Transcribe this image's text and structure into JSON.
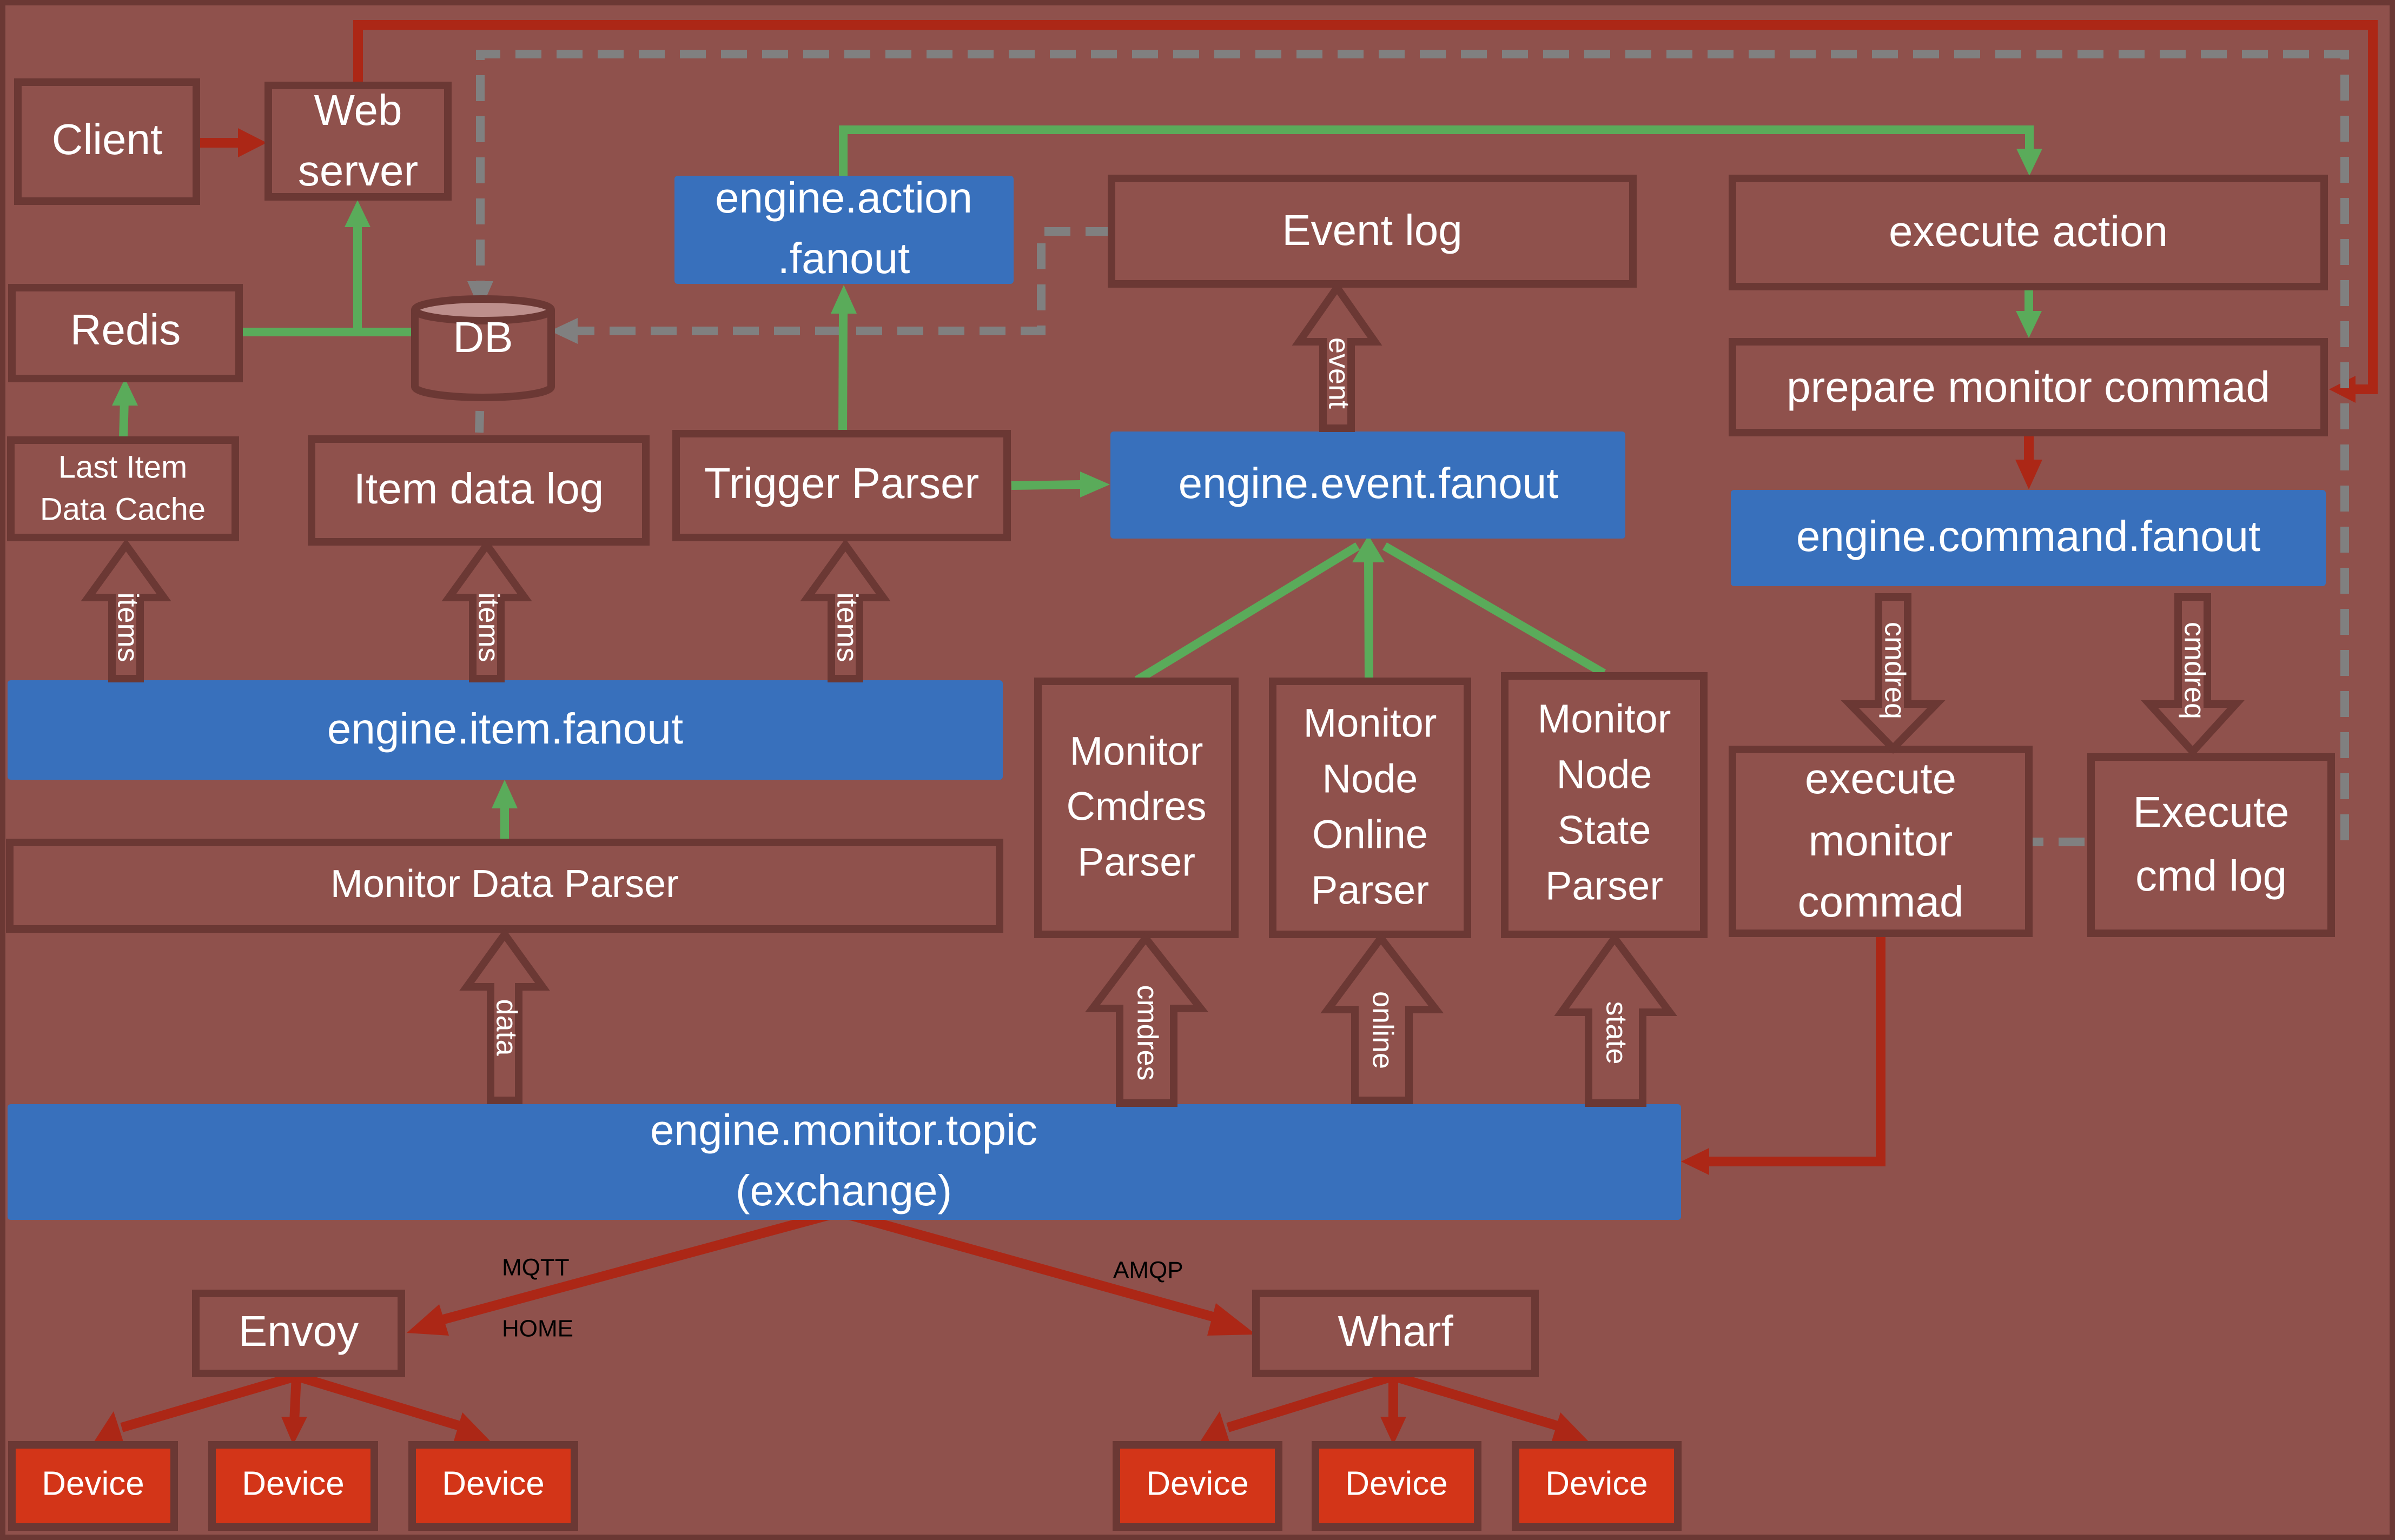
{
  "diagram": {
    "title": "Monitoring engine architecture",
    "colors": {
      "background": "#8f514c",
      "border": "#6b3834",
      "queue": "#3870bc",
      "device": "#d33518",
      "flow_green": "#5aab5a",
      "flow_red": "#ac2716",
      "flow_grey_dashed": "#808080"
    },
    "nodes": {
      "client": "Client",
      "web_server": [
        "Web",
        "server"
      ],
      "redis": "Redis",
      "db": "DB",
      "last_item_cache": [
        "Last Item",
        "Data Cache"
      ],
      "item_data_log": "Item data log",
      "trigger_parser": "Trigger Parser",
      "action_fanout": [
        "engine.action",
        ".fanout"
      ],
      "event_log": "Event log",
      "event_fanout": "engine.event.fanout",
      "execute_action": "execute action",
      "prepare_monitor_command": "prepare monitor commad",
      "command_fanout": "engine.command.fanout",
      "item_fanout": "engine.item.fanout",
      "monitor_data_parser": "Monitor Data Parser",
      "cmdres_parser": [
        "Monitor",
        "Cmdres",
        "Parser"
      ],
      "node_online_parser": [
        "Monitor",
        "Node",
        "Online",
        "Parser"
      ],
      "node_state_parser": [
        "Monitor",
        "Node",
        "State",
        "Parser"
      ],
      "execute_monitor_command": [
        "execute",
        "monitor",
        "commad"
      ],
      "execute_cmd_log": [
        "Execute",
        "cmd log"
      ],
      "monitor_topic": [
        "engine.monitor.topic",
        "(exchange)"
      ],
      "envoy": "Envoy",
      "wharf": "Wharf",
      "devices_envoy": [
        "Device",
        "Device",
        "Device"
      ],
      "devices_wharf": [
        "Device",
        "Device",
        "Device"
      ]
    },
    "flow_labels": {
      "items_1": "items",
      "items_2": "items",
      "items_3": "items",
      "event": "event",
      "data": "data",
      "cmdres": "cmdres",
      "online": "online",
      "state": "state",
      "cmdreq_1": "cmdreq",
      "cmdreq_2": "cmdreq",
      "mqtt": "MQTT",
      "home": "HOME",
      "amqp": "AMQP"
    }
  }
}
